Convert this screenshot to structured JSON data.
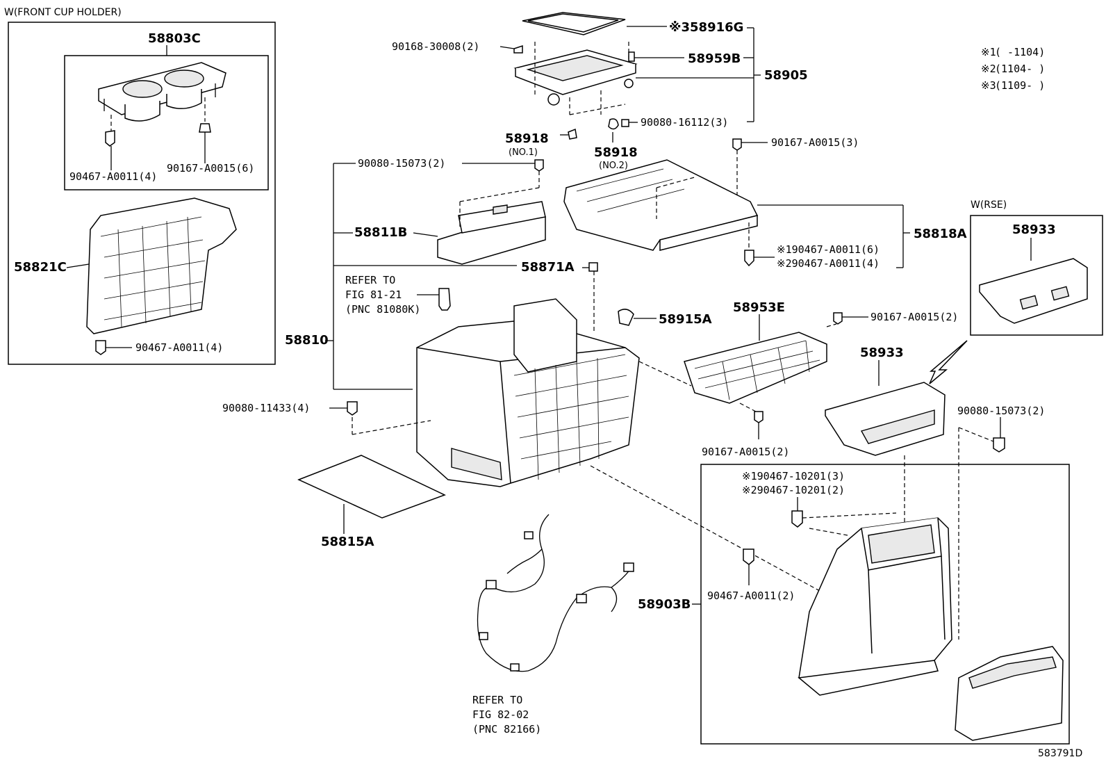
{
  "header": {
    "front_cup_holder": "W(FRONT CUP HOLDER)",
    "rse": "W(RSE)",
    "figure_id": "583791D"
  },
  "legend": [
    {
      "mark": "※1",
      "range": "(    -1104)"
    },
    {
      "mark": "※2",
      "range": "(1104-    )"
    },
    {
      "mark": "※3",
      "range": "(1109-    )"
    }
  ],
  "labels": {
    "p58803C": "58803C",
    "p90467_a0011_4a": "90467-A0011(4)",
    "p90167_a0015_6": "90167-A0015(6)",
    "p58821C": "58821C",
    "p90467_a0011_4b": "90467-A0011(4)",
    "p58916G": "※358916G",
    "p90168_30008": "90168-30008(2)",
    "p58959B": "58959B",
    "p58905": "58905",
    "p90080_16112": "90080-16112(3)",
    "p58918_1": "58918",
    "p58918_1_sub": "(NO.1)",
    "p58918_2": "58918",
    "p58918_2_sub": "(NO.2)",
    "p90167_a0015_3": "90167-A0015(3)",
    "p90080_15073_2a": "90080-15073(2)",
    "p58811B": "58811B",
    "p58818A": "58818A",
    "p90467_a0011_6": "※190467-A0011(6)",
    "p90467_a0011_4c": "※290467-A0011(4)",
    "p58871A": "58871A",
    "refer1_l1": "REFER TO",
    "refer1_l2": "FIG 81-21",
    "refer1_l3": "(PNC 81080K)",
    "p58810": "58810",
    "p58915A": "58915A",
    "p58953E": "58953E",
    "p90167_a0015_2a": "90167-A0015(2)",
    "p58933_rse": "58933",
    "p58933": "58933",
    "p90080_11433": "90080-11433(4)",
    "p90167_a0015_2b": "90167-A0015(2)",
    "p90080_15073_2b": "90080-15073(2)",
    "p90467_10201_3": "※190467-10201(3)",
    "p90467_10201_2": "※290467-10201(2)",
    "p58815A": "58815A",
    "p58903B": "58903B",
    "p90467_a0011_2": "90467-A0011(2)",
    "refer2_l1": "REFER TO",
    "refer2_l2": "FIG 82-02",
    "refer2_l3": "(PNC 82166)"
  }
}
